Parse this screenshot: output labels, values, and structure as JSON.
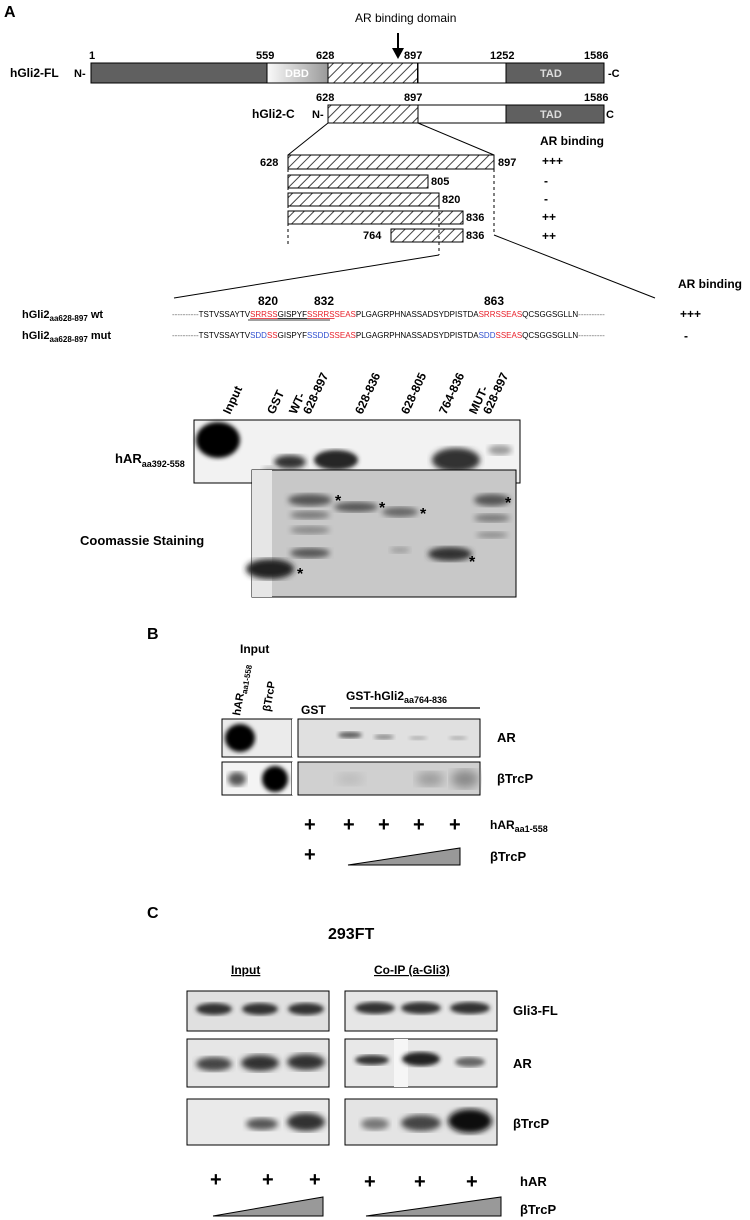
{
  "panel_a": {
    "letter": "A",
    "domain_label": "AR binding domain",
    "fl": {
      "name": "hGli2-FL",
      "n_term": "N-",
      "c_term": "-C",
      "pos": [
        "1",
        "559",
        "628",
        "897",
        "1252",
        "1586"
      ],
      "dbd": "DBD",
      "tad": "TAD"
    },
    "c": {
      "name": "hGli2-C",
      "n_term": "N-",
      "c_term": "C",
      "pos": [
        "628",
        "897",
        "1586"
      ],
      "tad": "TAD"
    },
    "ar_binding_header": "AR binding",
    "fragments": [
      {
        "start": "628",
        "end": "897",
        "binding": "+++"
      },
      {
        "start": "",
        "end": "805",
        "binding": "-"
      },
      {
        "start": "",
        "end": "820",
        "binding": "-"
      },
      {
        "start": "",
        "end": "836",
        "binding": "++"
      },
      {
        "start": "764",
        "end": "836",
        "binding": "++"
      }
    ],
    "seq": {
      "header": "AR binding",
      "pos_820": "820",
      "pos_832": "832",
      "pos_863": "863",
      "wt": {
        "name": "hGli2",
        "sub": "aa628-897",
        "suffix": " wt",
        "binding": "+++",
        "dashes_left": "----------",
        "s1": "TSTVSSAYTV",
        "s2": "SRRSS",
        "s3": "GISPYF",
        "s4": "SSRRS",
        "s5": "SEAS",
        "s6": "PLGAGRPHNASSADSYDPISTDA",
        "s7": "SRRS",
        "s8": "SEAS",
        "s9": "QCSGGSGLLN",
        "dashes_right": "----------"
      },
      "mut": {
        "name": "hGli2",
        "sub": "aa628-897",
        "suffix": " mut",
        "binding": "-",
        "dashes_left": "----------",
        "s1": "TSTVSSAYTV",
        "s2": "SDD",
        "s3": "SS",
        "s4": "GISPYF",
        "s5": "SSDD",
        "s6": "SSEAS",
        "s7": "PLGAGRPHNASSADSYDPISTDA",
        "s8": "SDD",
        "s9": "SSEAS",
        "s10": "QCSGGSGLLN",
        "dashes_right": "----------"
      }
    },
    "lanes": [
      "Input",
      "GST",
      "WT-",
      "628-897",
      "628-836",
      "628-805",
      "764-836",
      "MUT-",
      "628-897"
    ],
    "blot_label": {
      "main": "hAR",
      "sub": "aa392-558"
    },
    "coomassie_label": "Coomassie Staining",
    "star": "*"
  },
  "panel_b": {
    "letter": "B",
    "input": "Input",
    "lane1": {
      "main": "hAR",
      "sub": "aa1-558"
    },
    "lane2": "βTrcP",
    "gst": "GST",
    "gst_gli": {
      "main": "GST-hGli2",
      "sub": "aa764-836"
    },
    "row1": "AR",
    "row2": "βTrcP",
    "plus": "+",
    "row_har": {
      "main": "hAR",
      "sub": "aa1-558"
    },
    "row_btrcp": "βTrcP"
  },
  "panel_c": {
    "letter": "C",
    "cell_line": "293FT",
    "input": "Input",
    "coip": "Co-IP (a-Gli3)",
    "rows": [
      "Gli3-FL",
      "AR",
      "βTrcP"
    ],
    "plus": "+",
    "har": "hAR",
    "btrcp": "βTrcP"
  }
}
